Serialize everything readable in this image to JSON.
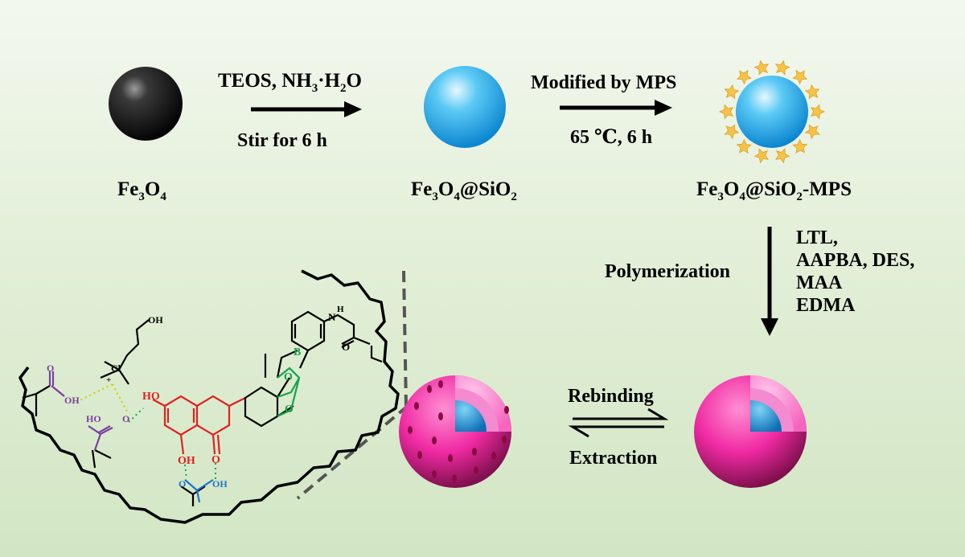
{
  "colors": {
    "fe3o4_core": "#111111",
    "silica_blue": "#1aa6e6",
    "mps_star": "#f6c24a",
    "mip_pink": "#ff3fb0",
    "mip_dark": "#7a0a45",
    "red_flavonoid": "#e02020",
    "boron_green": "#16a34a",
    "acid_purple": "#7b3fa0",
    "acid_blue": "#1e73c9"
  },
  "step1": {
    "top_label": "TEOS, NH",
    "top_sub1": "3",
    "top_mid": "·H",
    "top_sub2": "2",
    "top_end": "O",
    "bottom_label": "Stir for 6 h"
  },
  "step2": {
    "top_label": "Modified by MPS",
    "bottom_label": "65 ℃, 6 h"
  },
  "particles": {
    "p1": {
      "a": "Fe",
      "s1": "3",
      "b": "O",
      "s2": "4"
    },
    "p2": {
      "a": "Fe",
      "s1": "3",
      "b": "O",
      "s2": "4",
      "c": "@SiO",
      "s3": "2"
    },
    "p3": {
      "a": "Fe",
      "s1": "3",
      "b": "O",
      "s2": "4",
      "c": "@SiO",
      "s3": "2",
      "d": "-MPS"
    }
  },
  "step3": {
    "side_label": "Polymerization",
    "reagents": [
      "LTL,",
      "AAPBA, DES,",
      "MAA",
      "EDMA"
    ]
  },
  "equilibrium": {
    "top_label": "Rebinding",
    "bottom_label": "Extraction"
  },
  "chem_labels": {
    "oh": "OH",
    "ho": "HO",
    "o": "O",
    "b": "B",
    "n": "N",
    "h": "H",
    "cl": "Cl",
    "plus": "+"
  }
}
